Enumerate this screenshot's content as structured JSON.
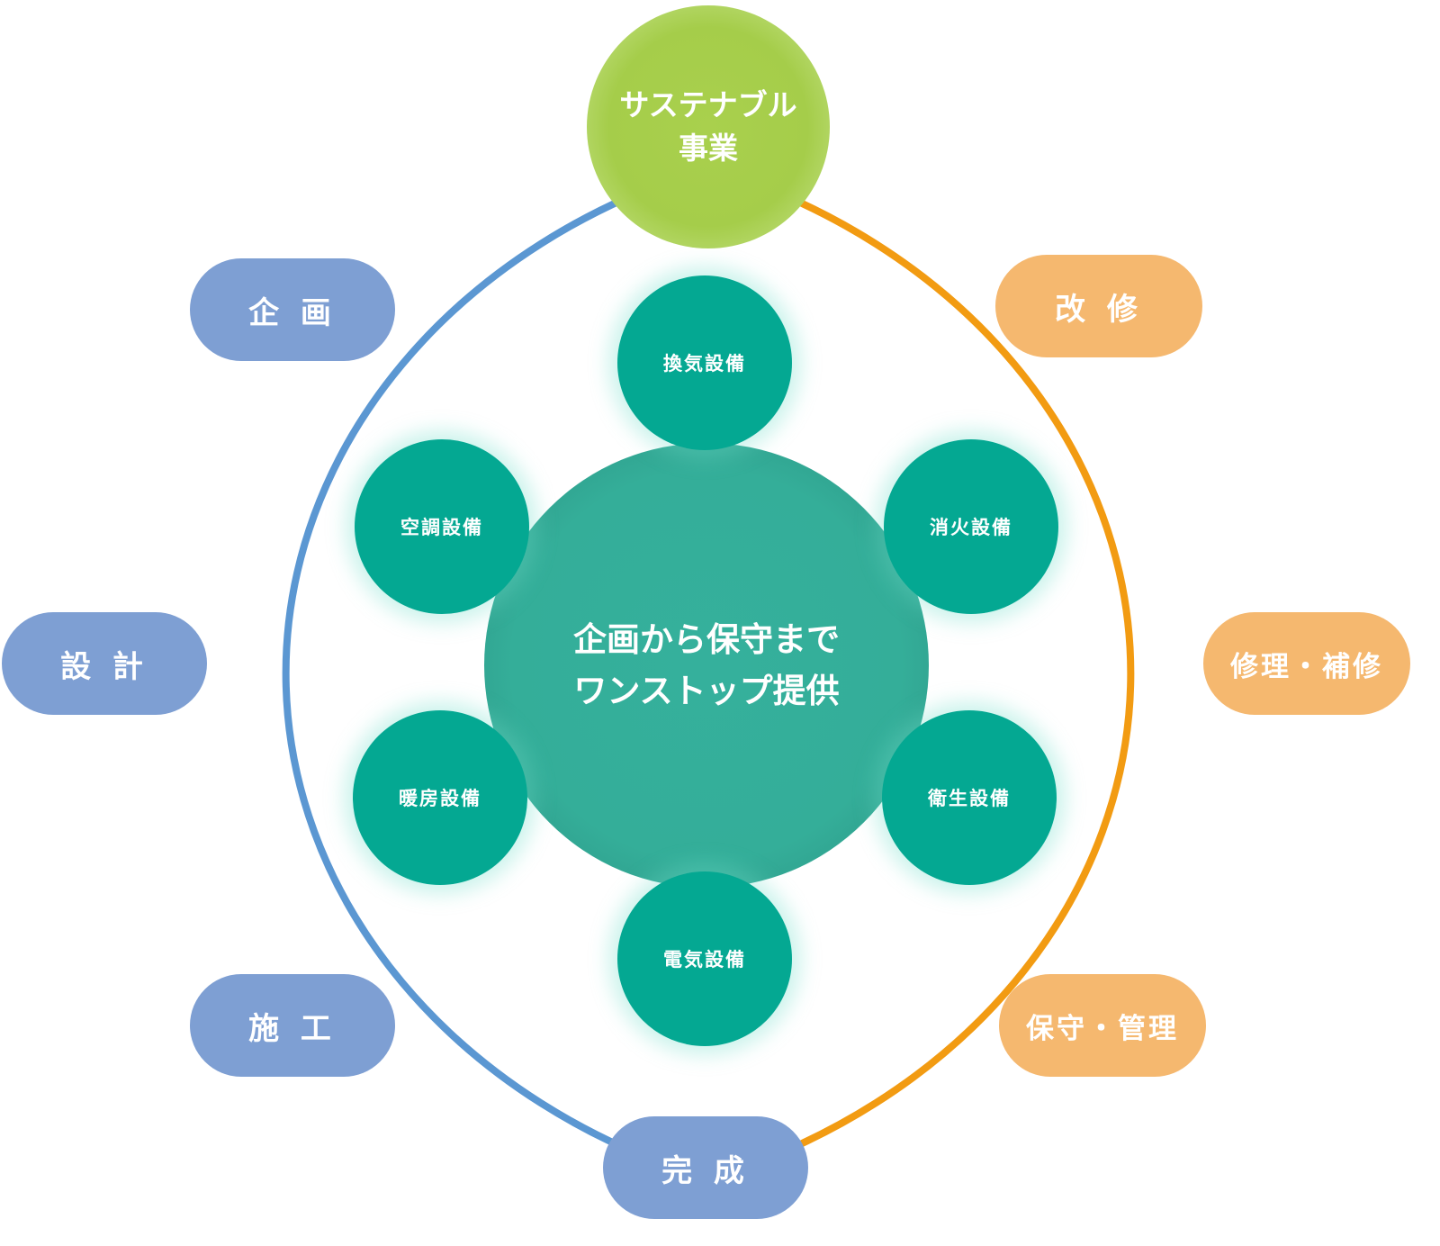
{
  "diagram": {
    "center": {
      "line1": "企画から保守まで",
      "line2": "ワンストップ提供"
    },
    "sustainable": {
      "line1": "サステナブル",
      "line2": "事業"
    },
    "equipment": [
      "換気設備",
      "消火設備",
      "衛生設備",
      "電気設備",
      "暖房設備",
      "空調設備"
    ],
    "stages_left": [
      "企 画",
      "設 計",
      "施 工",
      "完 成"
    ],
    "stages_right": [
      "改 修",
      "修理・補修",
      "保守・管理"
    ],
    "colors": {
      "left_arc": "#5b97d2",
      "right_arc": "#f29b12",
      "left_pill": "#7e9fd3",
      "right_pill": "#f5b86f",
      "equipment_circle": "#04a892",
      "hub": "#34ae99",
      "sustainable": "#a5cd4a"
    }
  }
}
